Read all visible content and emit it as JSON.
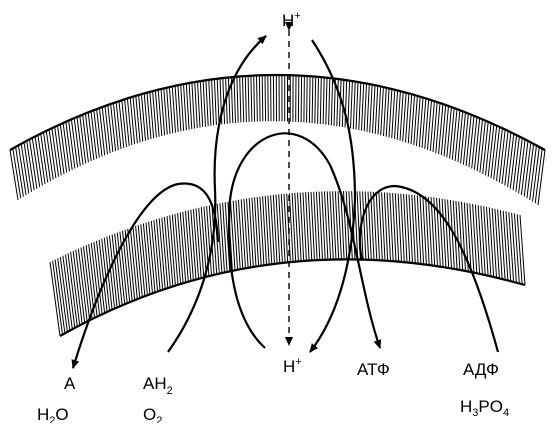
{
  "labels": {
    "h_top": {
      "base": "H",
      "sup": "+"
    },
    "h_bottom": {
      "base": "H",
      "sup": "+"
    },
    "a": {
      "text": "A"
    },
    "ah2": {
      "base": "AH",
      "sub": "2"
    },
    "atp": {
      "text": "АТФ"
    },
    "adp": {
      "text": "АДФ"
    },
    "h2o": {
      "pre": "H",
      "sub": "2",
      "post": "O"
    },
    "o2": {
      "base": "O",
      "sub": "2"
    },
    "h3po4": {
      "p1": "H",
      "s1": "3",
      "p2": "PO",
      "s2": "4"
    }
  },
  "colors": {
    "ink": "#000000",
    "background": "#ffffff"
  }
}
